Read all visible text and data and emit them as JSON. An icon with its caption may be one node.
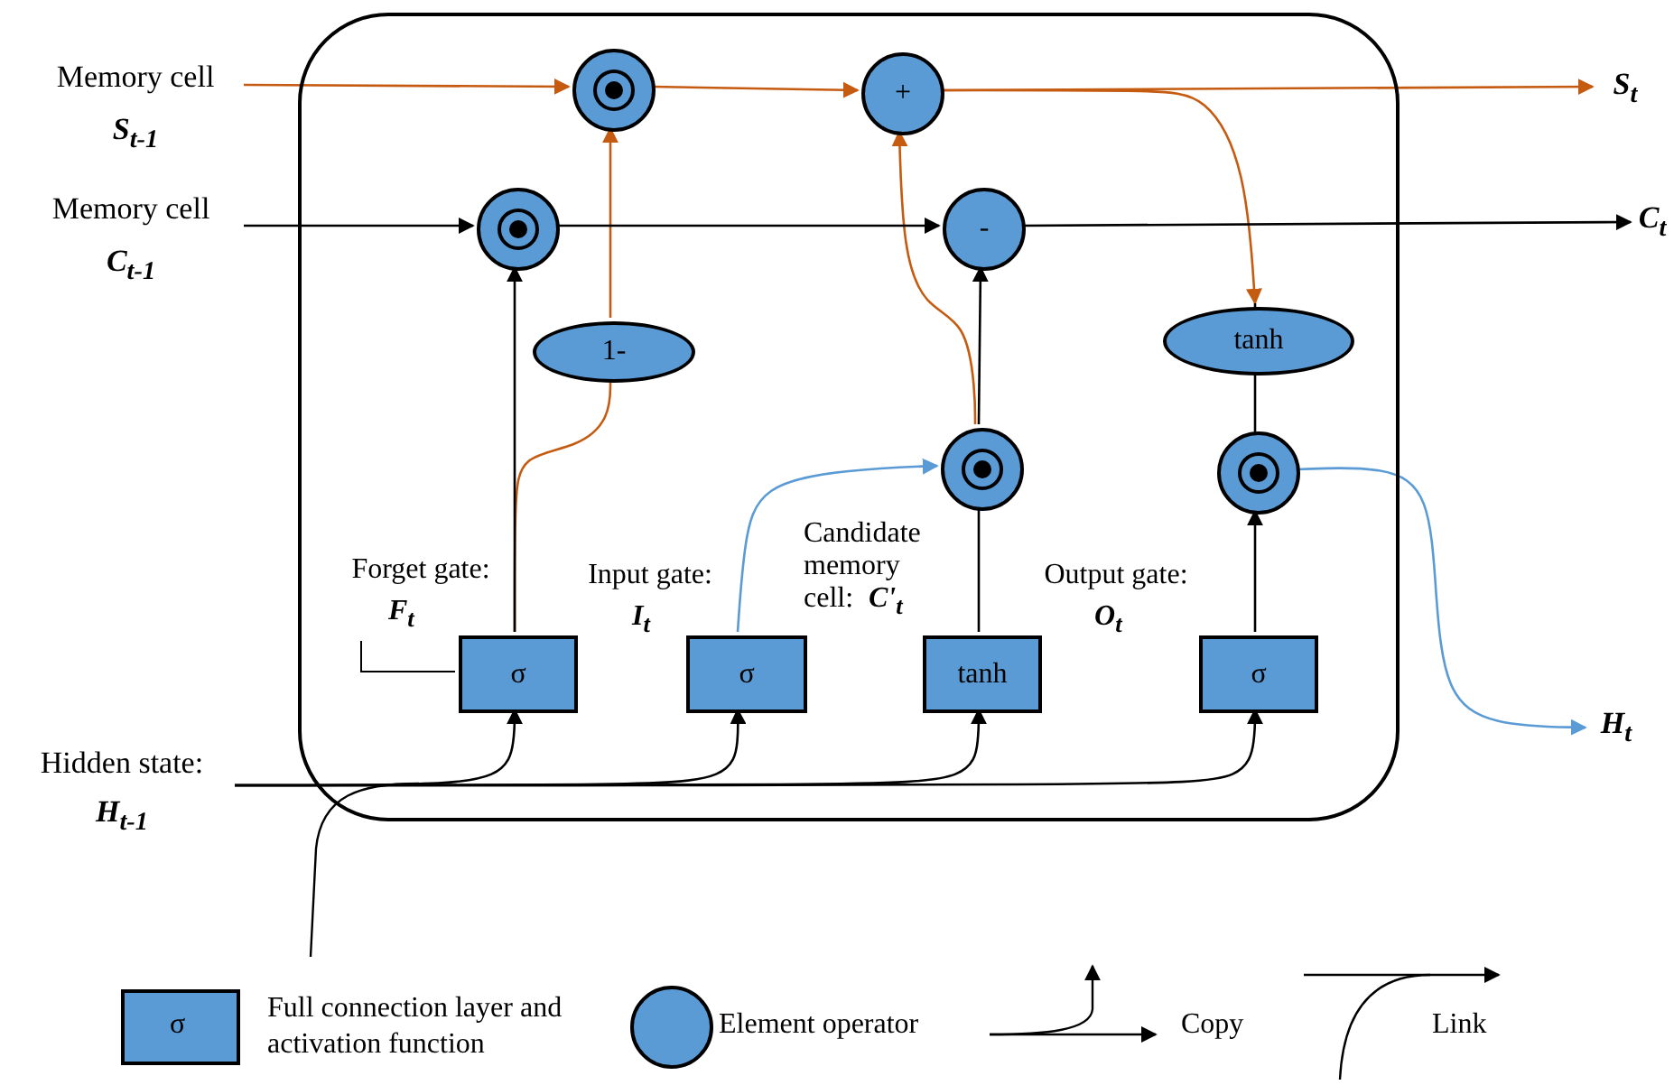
{
  "diagram": {
    "nodes": [
      {
        "text": [],
        "shape": "box"
      },
      {
        "text": [
          "Memory cell",
          "S$_{t-1}$"
        ]
      },
      {
        "text": [
          "Memory cell",
          "C$_{t-1}$"
        ]
      },
      {
        "text": [
          "Hidden state:",
          "H$_{t-1}$"
        ]
      },
      {
        "text": [],
        "shape": "circle",
        "in": 0
      },
      {
        "text": [
          "+"
        ],
        "in": 0
      },
      {
        "text": [],
        "shape": "circle",
        "in": 0
      },
      {
        "text": [
          "-"
        ],
        "in": 0
      },
      {
        "text": [
          "1-"
        ],
        "in": 0
      },
      {
        "text": [
          "tanh"
        ],
        "in": 0
      },
      {
        "text": [],
        "shape": "circle",
        "in": 0
      },
      {
        "text": [],
        "shape": "circle",
        "in": 0
      },
      {
        "text": [
          "σ"
        ],
        "beside": [
          "Forget gate:",
          "F$_{t}$"
        ],
        "in": 0
      },
      {
        "text": [
          "σ"
        ],
        "beside": [
          "Input gate:",
          "I$_{t}$"
        ],
        "in": 0
      },
      {
        "text": [
          "tanh"
        ],
        "beside": [
          "Candidate memory cell:",
          "C'$_{t}$"
        ],
        "in": 0
      },
      {
        "text": [
          "σ"
        ],
        "beside": [
          "Output gate:",
          "O$_{t}$"
        ],
        "in": 0
      },
      {
        "text": [
          "S$_{t}$"
        ]
      },
      {
        "text": [
          "C$_{t}$"
        ]
      },
      {
        "text": [
          "H$_{t}$"
        ]
      }
    ],
    "edges": [
      {
        "from": 1,
        "to": 4,
        "arrow": "to",
        "color": "#c55a11"
      },
      {
        "from": 4,
        "to": 5,
        "arrow": "to",
        "color": "#c55a11"
      },
      {
        "from": 5,
        "to": 16,
        "arrow": "to",
        "color": "#c55a11"
      },
      {
        "from": 5,
        "to": 9,
        "arrow": "to",
        "color": "#c55a11"
      },
      {
        "from": 2,
        "to": 6,
        "arrow": "to"
      },
      {
        "from": 6,
        "to": 7,
        "arrow": "to"
      },
      {
        "from": 7,
        "to": 17,
        "arrow": "to"
      },
      {
        "from": 12,
        "to": 6,
        "arrow": "to"
      },
      {
        "from": 12,
        "to": 8,
        "arrow": "none",
        "color": "#c55a11"
      },
      {
        "from": 8,
        "to": 4,
        "arrow": "to",
        "color": "#c55a11"
      },
      {
        "from": 13,
        "to": 10,
        "arrow": "to",
        "color": "#5b9bd5"
      },
      {
        "from": 14,
        "to": 10,
        "arrow": "none"
      },
      {
        "from": 10,
        "to": 7,
        "arrow": "to"
      },
      {
        "from": 10,
        "to": 5,
        "arrow": "to",
        "color": "#c55a11"
      },
      {
        "from": 9,
        "to": 11,
        "arrow": "to"
      },
      {
        "from": 15,
        "to": 11,
        "arrow": "to"
      },
      {
        "from": 11,
        "to": 18,
        "arrow": "to",
        "color": "#5b9bd5"
      },
      {
        "from": 3,
        "to": 12,
        "arrow": "to"
      },
      {
        "from": 3,
        "to": 13,
        "arrow": "to"
      },
      {
        "from": 3,
        "to": 14,
        "arrow": "to"
      },
      {
        "from": 3,
        "to": 15,
        "arrow": "to"
      }
    ],
    "labels": [
      "σ"
    ],
    "legend": [
      {
        "text": "Full connection layer and activation function",
        "color": "#5b9bd5"
      },
      {
        "text": "Element operator",
        "color": "#5b9bd5"
      },
      {
        "text": "Copy"
      },
      {
        "text": "Link"
      }
    ]
  }
}
